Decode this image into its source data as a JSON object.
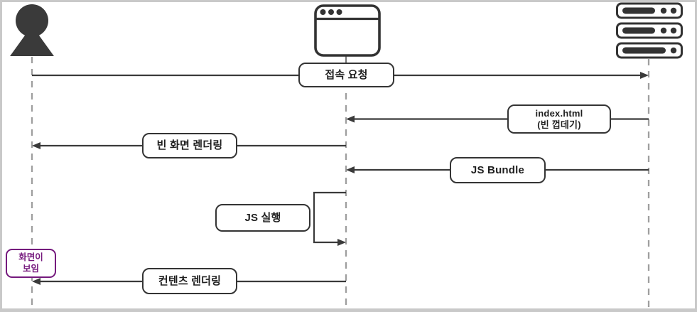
{
  "diagram_title": "client-side-rendering-sequence",
  "colors": {
    "stroke": "#343434",
    "lifeline": "#9e9e9e",
    "note_accent": "#75197d",
    "frame": "#c9c9c9",
    "background": "#ffffff"
  },
  "actors": [
    {
      "id": "user",
      "icon": "person-icon"
    },
    {
      "id": "browser",
      "icon": "browser-window-icon"
    },
    {
      "id": "server",
      "icon": "server-stack-icon"
    }
  ],
  "messages": [
    {
      "label": "접속 요청",
      "from": "user",
      "to": "server",
      "self": false
    },
    {
      "label": "index.html",
      "sublabel": "(빈 껍데기)",
      "from": "server",
      "to": "browser",
      "self": false
    },
    {
      "label": "빈 화면 렌더링",
      "from": "browser",
      "to": "user",
      "self": false
    },
    {
      "label": "JS Bundle",
      "from": "server",
      "to": "browser",
      "self": false
    },
    {
      "label": "JS 실행",
      "from": "browser",
      "to": "browser",
      "self": true
    },
    {
      "label": "컨텐츠 렌더링",
      "from": "browser",
      "to": "user",
      "self": false
    }
  ],
  "note": {
    "line1": "화면이",
    "line2": "보임",
    "attached_to": "user"
  }
}
